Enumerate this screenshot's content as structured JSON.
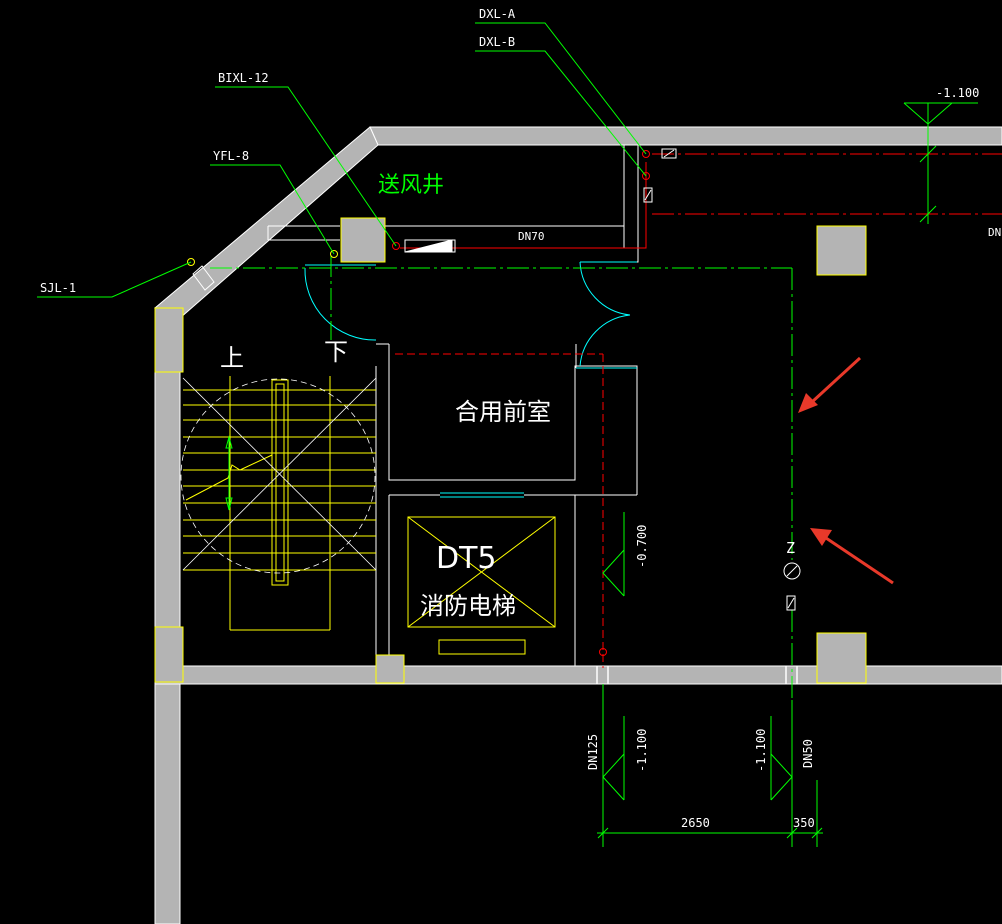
{
  "tags": {
    "dxl_a": "DXL-A",
    "dxl_b": "DXL-B",
    "bixl_12": "BIXL-12",
    "yfl_8": "YFL-8",
    "sjl_1": "SJL-1"
  },
  "rooms": {
    "air_shaft": "送风井",
    "shared_lobby": "合用前室",
    "elevator_code": "DT5",
    "elevator_name": "消防电梯",
    "stair_up": "上",
    "stair_down": "下"
  },
  "pipes": {
    "dn70": "DN70",
    "dn_right": "DN",
    "dn125": "DN125",
    "dn50": "DN50",
    "riser_mark": "Z"
  },
  "elevations": {
    "top_right": "-1.100",
    "mid": "-0.700",
    "bottom_left": "-1.100",
    "bottom_right": "-1.100"
  },
  "dimensions": {
    "d2650": "2650",
    "d350": "350"
  },
  "colors": {
    "wall": "#b4b4b4",
    "wall_edge": "#ffffff",
    "column_edge": "#ffff00",
    "drain_green": "#00ff00",
    "fire_red": "#ff0000",
    "door_cyan": "#00ffff",
    "annotation_arrow": "#e8392a"
  },
  "annotation_arrows": [
    "arrow-upper",
    "arrow-lower"
  ]
}
